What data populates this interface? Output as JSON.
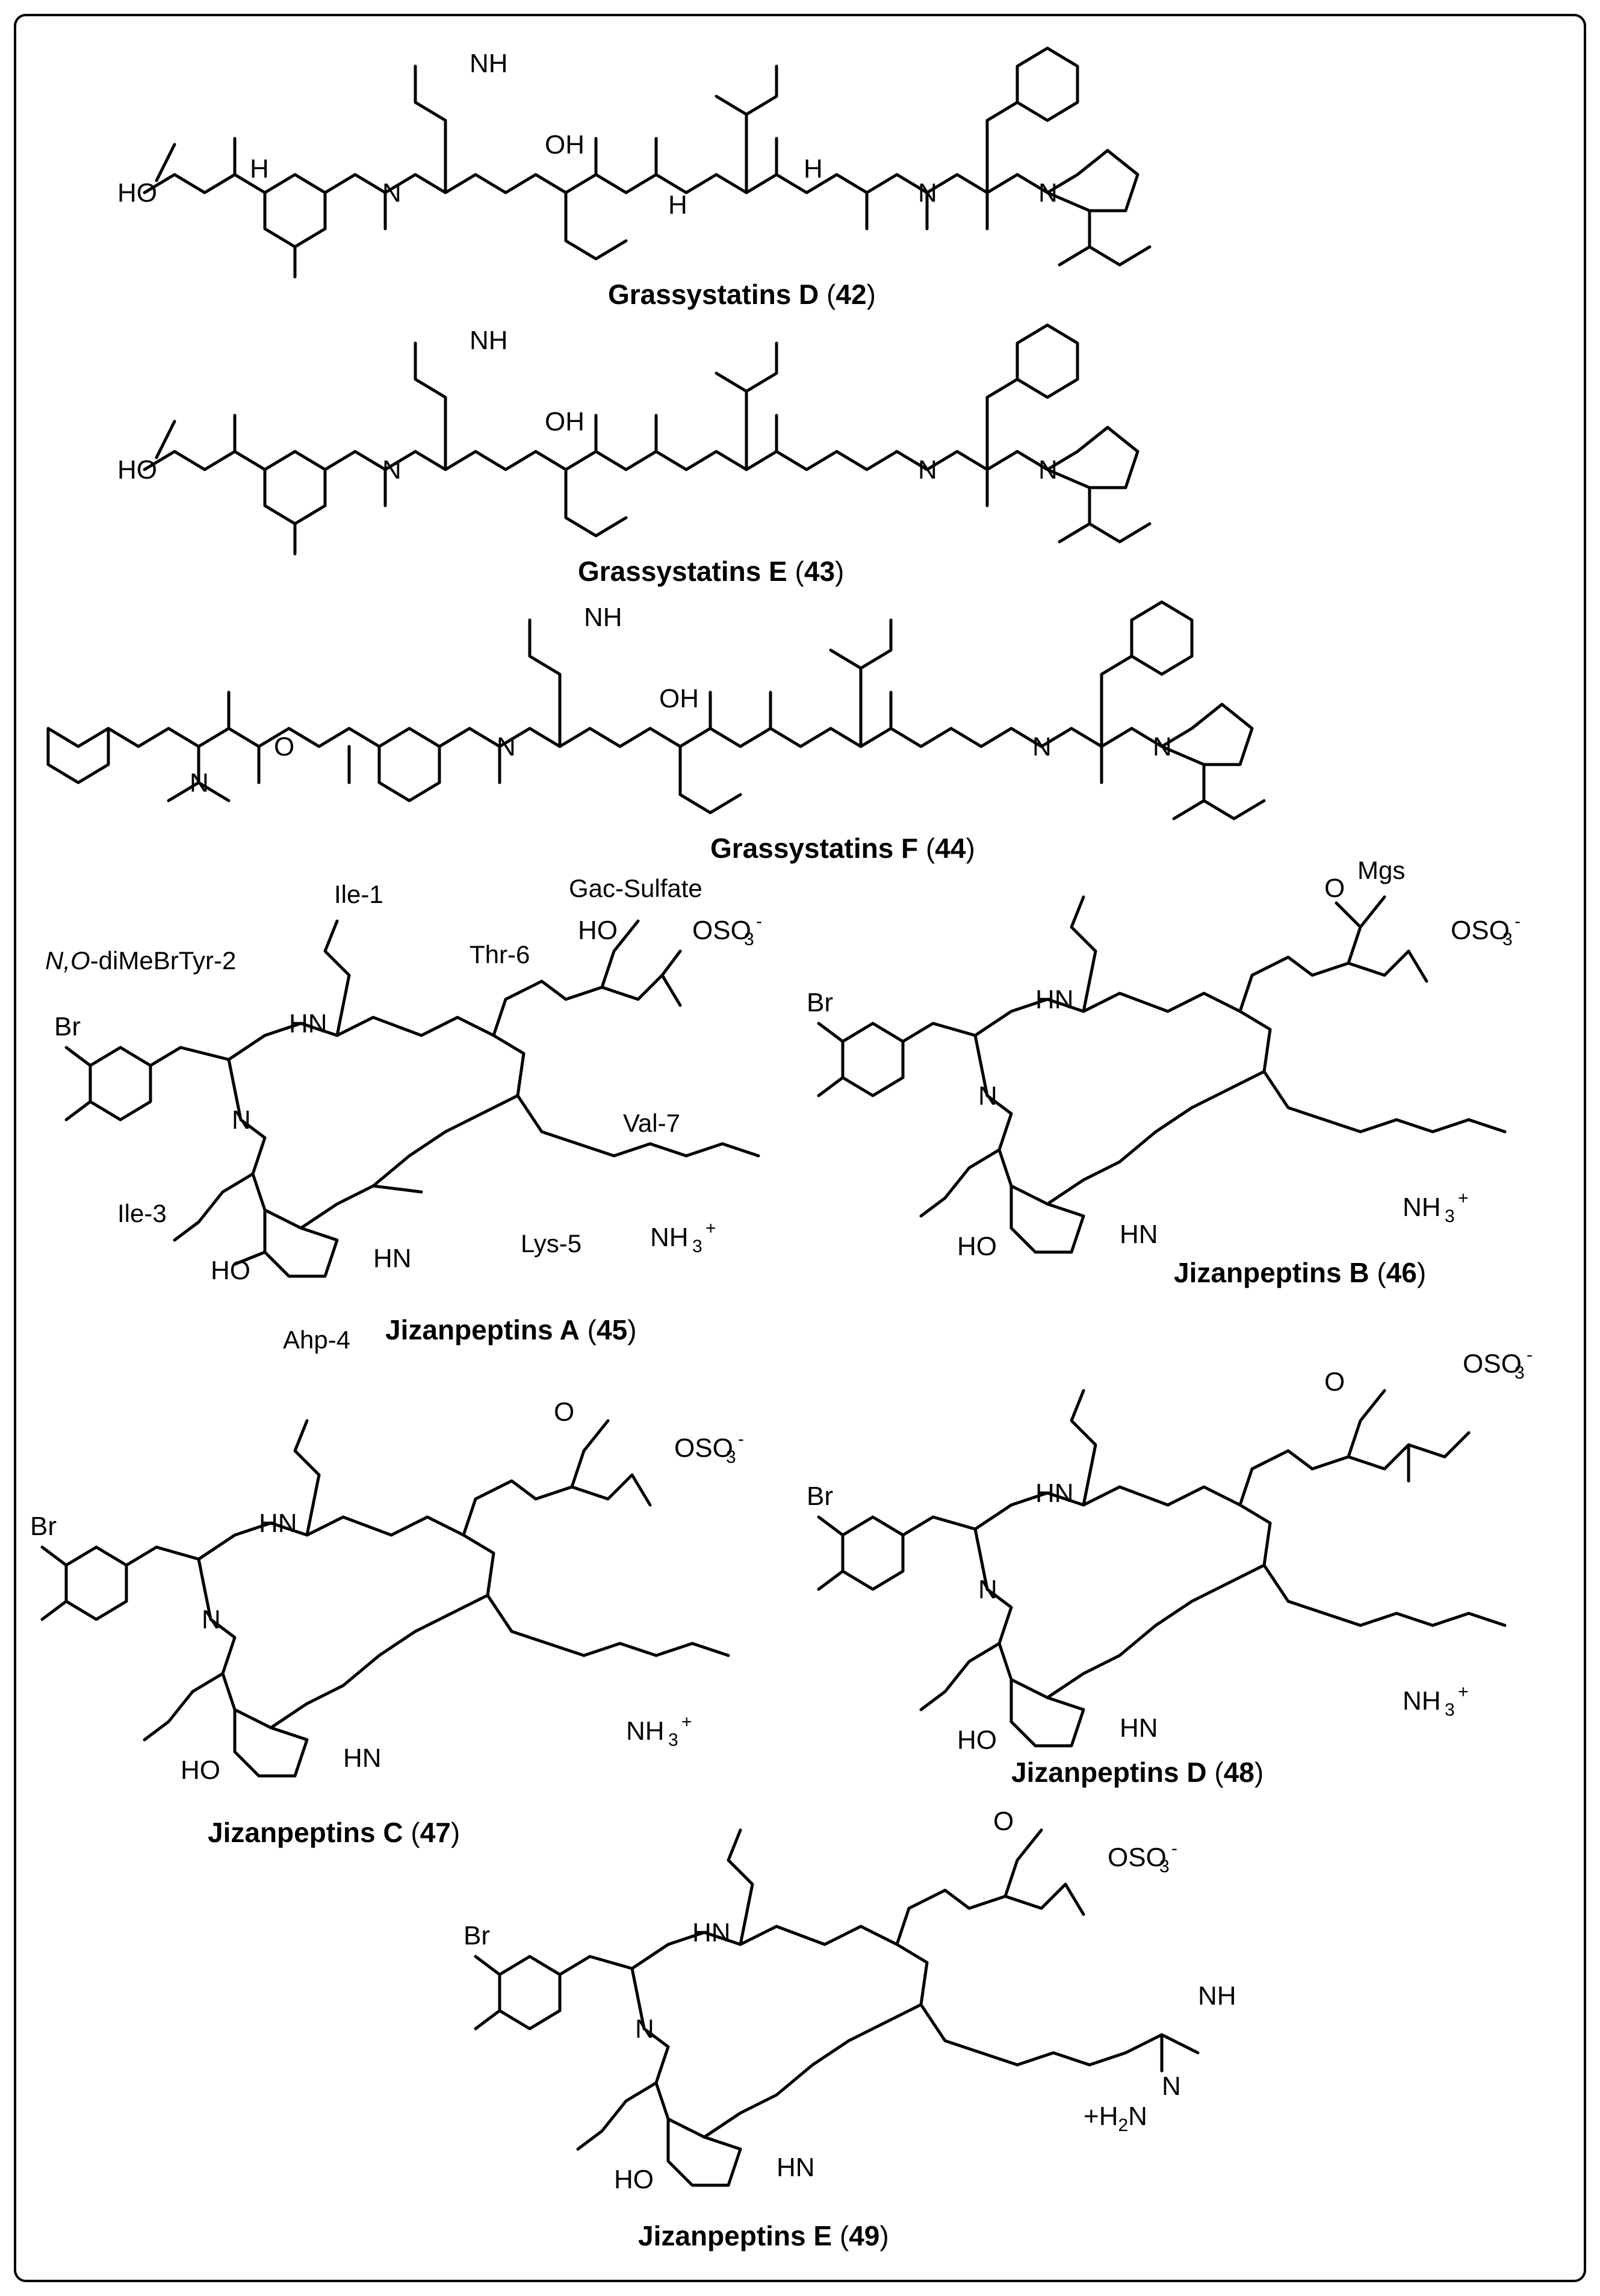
{
  "figure": {
    "captions": {
      "c42": {
        "name": "Grassystatins D",
        "num": "42"
      },
      "c43": {
        "name": "Grassystatins E",
        "num": "43"
      },
      "c44": {
        "name": "Grassystatins F",
        "num": "44"
      },
      "c45": {
        "name": "Jizanpeptins A",
        "num": "45"
      },
      "c46": {
        "name": "Jizanpeptins B",
        "num": "46"
      },
      "c47": {
        "name": "Jizanpeptins C",
        "num": "47"
      },
      "c48": {
        "name": "Jizanpeptins D",
        "num": "48"
      },
      "c49": {
        "name": "Jizanpeptins E",
        "num": "49"
      }
    },
    "residue_labels": {
      "ile1": "Ile-1",
      "tyr2_prefix": "N,O",
      "tyr2_rest": "-diMeBrTyr-2",
      "ile3": "Ile-3",
      "ahp4": "Ahp-4",
      "lys5": "Lys-5",
      "thr6": "Thr-6",
      "val7": "Val-7",
      "gac_sulfate": "Gac-Sulfate",
      "mgs": "Mgs"
    },
    "atoms": {
      "nh2": "NH",
      "two": "2",
      "ho": "HO",
      "oh": "OH",
      "o": "O",
      "n": "N",
      "nh": "NH",
      "hn": "HN",
      "h": "H",
      "br": "Br",
      "nh3": "NH",
      "three": "3",
      "plus": "+",
      "oso3": "OSO",
      "minus": "-",
      "h2n": "H",
      "guan_n": "N"
    }
  }
}
